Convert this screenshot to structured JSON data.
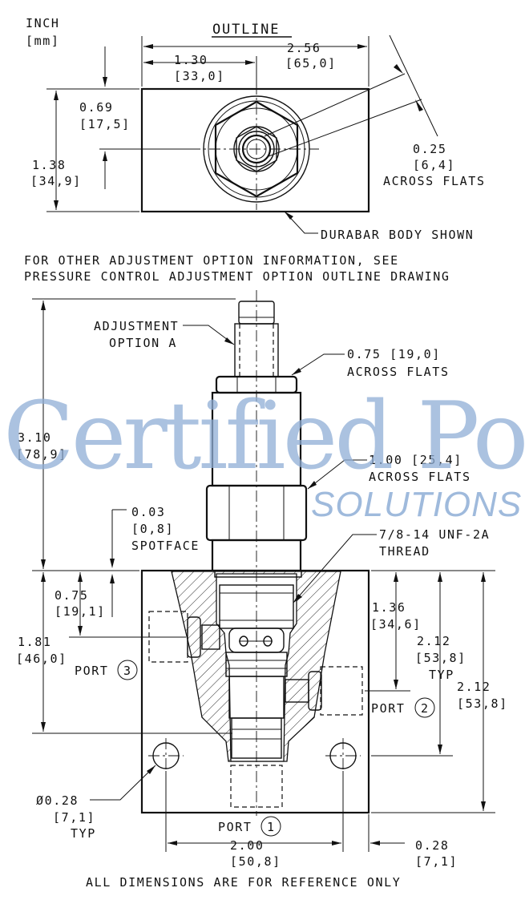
{
  "units": {
    "inch": "INCH",
    "mm": "[mm]"
  },
  "outline": {
    "title": "OUTLINE",
    "width_in": "2.56",
    "width_mm": "[65,0]",
    "center_in": "1.30",
    "center_mm": "[33,0]",
    "half_h_in": "0.69",
    "half_h_mm": "[17,5]",
    "height_in": "1.38",
    "height_mm": "[34,9]",
    "flats_in": "0.25",
    "flats_mm": "[6,4]",
    "flats_label": "ACROSS FLATS",
    "body_label": "DURABAR BODY SHOWN"
  },
  "note": {
    "line1": "FOR OTHER ADJUSTMENT OPTION INFORMATION, SEE",
    "line2": "PRESSURE CONTROL ADJUSTMENT OPTION OUTLINE DRAWING"
  },
  "section": {
    "adj_line1": "ADJUSTMENT",
    "adj_line2": "OPTION A",
    "nut1": "0.75 [19,0]",
    "nut1_flats": "ACROSS FLATS",
    "total_in": "3.10",
    "total_mm": "[78,9]",
    "nut2": "1.00 [25,4]",
    "nut2_flats": "ACROSS FLATS",
    "spot_in": "0.03",
    "spot_mm": "[0,8]",
    "spot_label": "SPOTFACE",
    "thread_line1": "7/8-14 UNF-2A",
    "thread_line2": "THREAD",
    "p3_depth_in": "0.75",
    "p3_depth_mm": "[19,1]",
    "p2_depth_in": "1.36",
    "p2_depth_mm": "[34,6]",
    "cav_depth_in": "1.81",
    "cav_depth_mm": "[46,0]",
    "block_h_in": "2.12",
    "block_h_mm": "[53,8]",
    "block_h_typ": "TYP",
    "block_h2_in": "2.12",
    "block_h2_mm": "[53,8]",
    "port_word": "PORT",
    "port3": "3",
    "port2": "2",
    "port1": "1",
    "hole_in": "Ø0.28",
    "hole_mm": "[7,1]",
    "hole_typ": "TYP",
    "hole_spacing_in": "2.00",
    "hole_spacing_mm": "[50,8]",
    "edge_in": "0.28",
    "edge_mm": "[7,1]"
  },
  "footer": "ALL DIMENSIONS ARE FOR REFERENCE ONLY",
  "watermark": {
    "line1": "Certified Power",
    "line2": "SOLUTIONS",
    "color": "#8faed6"
  }
}
